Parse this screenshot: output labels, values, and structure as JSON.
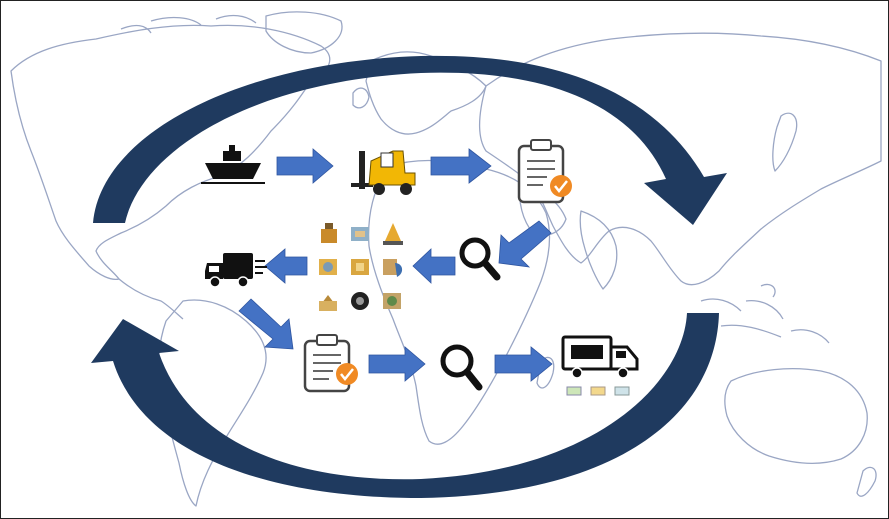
{
  "diagram": {
    "type": "logistics-cycle-over-world-map",
    "colors": {
      "map_outline": "#9aa6c4",
      "cycle_arrow": "#1f3a5f",
      "step_arrow": "#4472c4",
      "icon_dark": "#111111",
      "forklift_yellow": "#f2b705",
      "check_orange": "#f08a24",
      "clipboard_gray": "#6d6d6d"
    },
    "steps": [
      {
        "order": 1,
        "icon": "ship-icon"
      },
      {
        "order": 2,
        "icon": "forklift-icon"
      },
      {
        "order": 3,
        "icon": "clipboard-check-icon"
      },
      {
        "order": 4,
        "icon": "magnifier-icon"
      },
      {
        "order": 5,
        "icon": "cargo-icons-grid"
      },
      {
        "order": 6,
        "icon": "delivery-truck-icon"
      },
      {
        "order": 7,
        "icon": "clipboard-check-icon"
      },
      {
        "order": 8,
        "icon": "magnifier-icon"
      },
      {
        "order": 9,
        "icon": "box-truck-icon"
      }
    ],
    "cycle_arrows": [
      "clockwise-top-arrow",
      "clockwise-bottom-arrow"
    ]
  }
}
